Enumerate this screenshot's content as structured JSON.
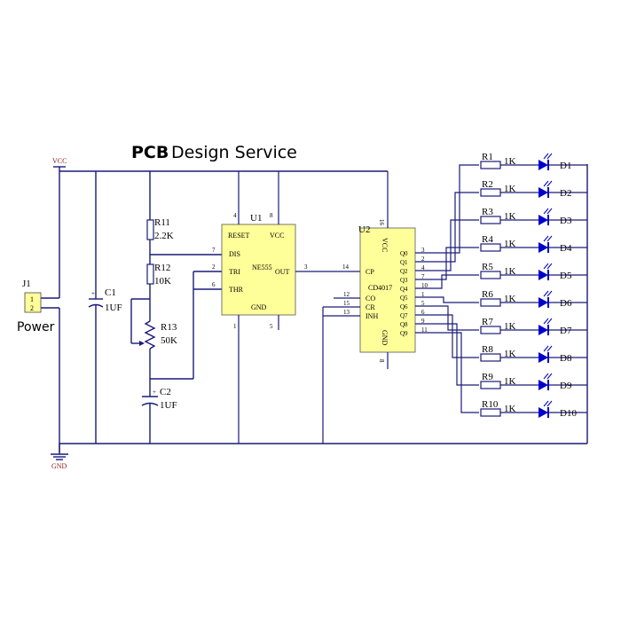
{
  "title": {
    "part1": "PCB",
    "part2": "Design Service"
  },
  "colors": {
    "wire": "#1a1a7a",
    "chip_fill": "#ffff99",
    "led": "#0000cc",
    "rail": "#8b1a1a"
  },
  "rails": {
    "vcc": "VCC",
    "gnd": "GND"
  },
  "connector": {
    "ref": "J1",
    "pins": [
      "1",
      "2"
    ],
    "label": "Power"
  },
  "c1": {
    "ref": "C1",
    "value": "1UF"
  },
  "c2": {
    "ref": "C2",
    "value": "1UF"
  },
  "r11": {
    "ref": "R11",
    "value": "2.2K"
  },
  "r12": {
    "ref": "R12",
    "value": "10K"
  },
  "r13": {
    "ref": "R13",
    "value": "50K"
  },
  "u1": {
    "ref": "U1",
    "part": "NE555",
    "pins": {
      "reset": "RESET",
      "vcc": "VCC",
      "dis": "DIS",
      "tri": "TRI",
      "thr": "THR",
      "out": "OUT",
      "gnd": "GND"
    },
    "pin_numbers": {
      "reset": "4",
      "vcc": "8",
      "dis": "7",
      "tri": "2",
      "thr": "6",
      "out": "3",
      "gnd_left": "1",
      "gnd_right": "5"
    }
  },
  "u2": {
    "ref": "U2",
    "part": "CD4017",
    "pins": {
      "vcc": "VCC",
      "cp": "CP",
      "co": "CO",
      "cr": "CR",
      "inh": "INH",
      "gnd": "GND"
    },
    "pin_numbers": {
      "vcc": "16",
      "cp": "14",
      "co": "12",
      "cr": "15",
      "inh": "13",
      "gnd": "8"
    },
    "outputs": [
      {
        "name": "Q0",
        "pin": "3"
      },
      {
        "name": "Q1",
        "pin": "2"
      },
      {
        "name": "Q2",
        "pin": "4"
      },
      {
        "name": "Q3",
        "pin": "7"
      },
      {
        "name": "Q4",
        "pin": "10"
      },
      {
        "name": "Q5",
        "pin": "1"
      },
      {
        "name": "Q6",
        "pin": "5"
      },
      {
        "name": "Q7",
        "pin": "6"
      },
      {
        "name": "Q8",
        "pin": "9"
      },
      {
        "name": "Q9",
        "pin": "11"
      }
    ]
  },
  "led_rows": [
    {
      "r": "R1",
      "rv": "1K",
      "d": "D1"
    },
    {
      "r": "R2",
      "rv": "1K",
      "d": "D2"
    },
    {
      "r": "R3",
      "rv": "1K",
      "d": "D3"
    },
    {
      "r": "R4",
      "rv": "1K",
      "d": "D4"
    },
    {
      "r": "R5",
      "rv": "1K",
      "d": "D5"
    },
    {
      "r": "R6",
      "rv": "1K",
      "d": "D6"
    },
    {
      "r": "R7",
      "rv": "1K",
      "d": "D7"
    },
    {
      "r": "R8",
      "rv": "1K",
      "d": "D8"
    },
    {
      "r": "R9",
      "rv": "1K",
      "d": "D9"
    },
    {
      "r": "R10",
      "rv": "1K",
      "d": "D10"
    }
  ]
}
